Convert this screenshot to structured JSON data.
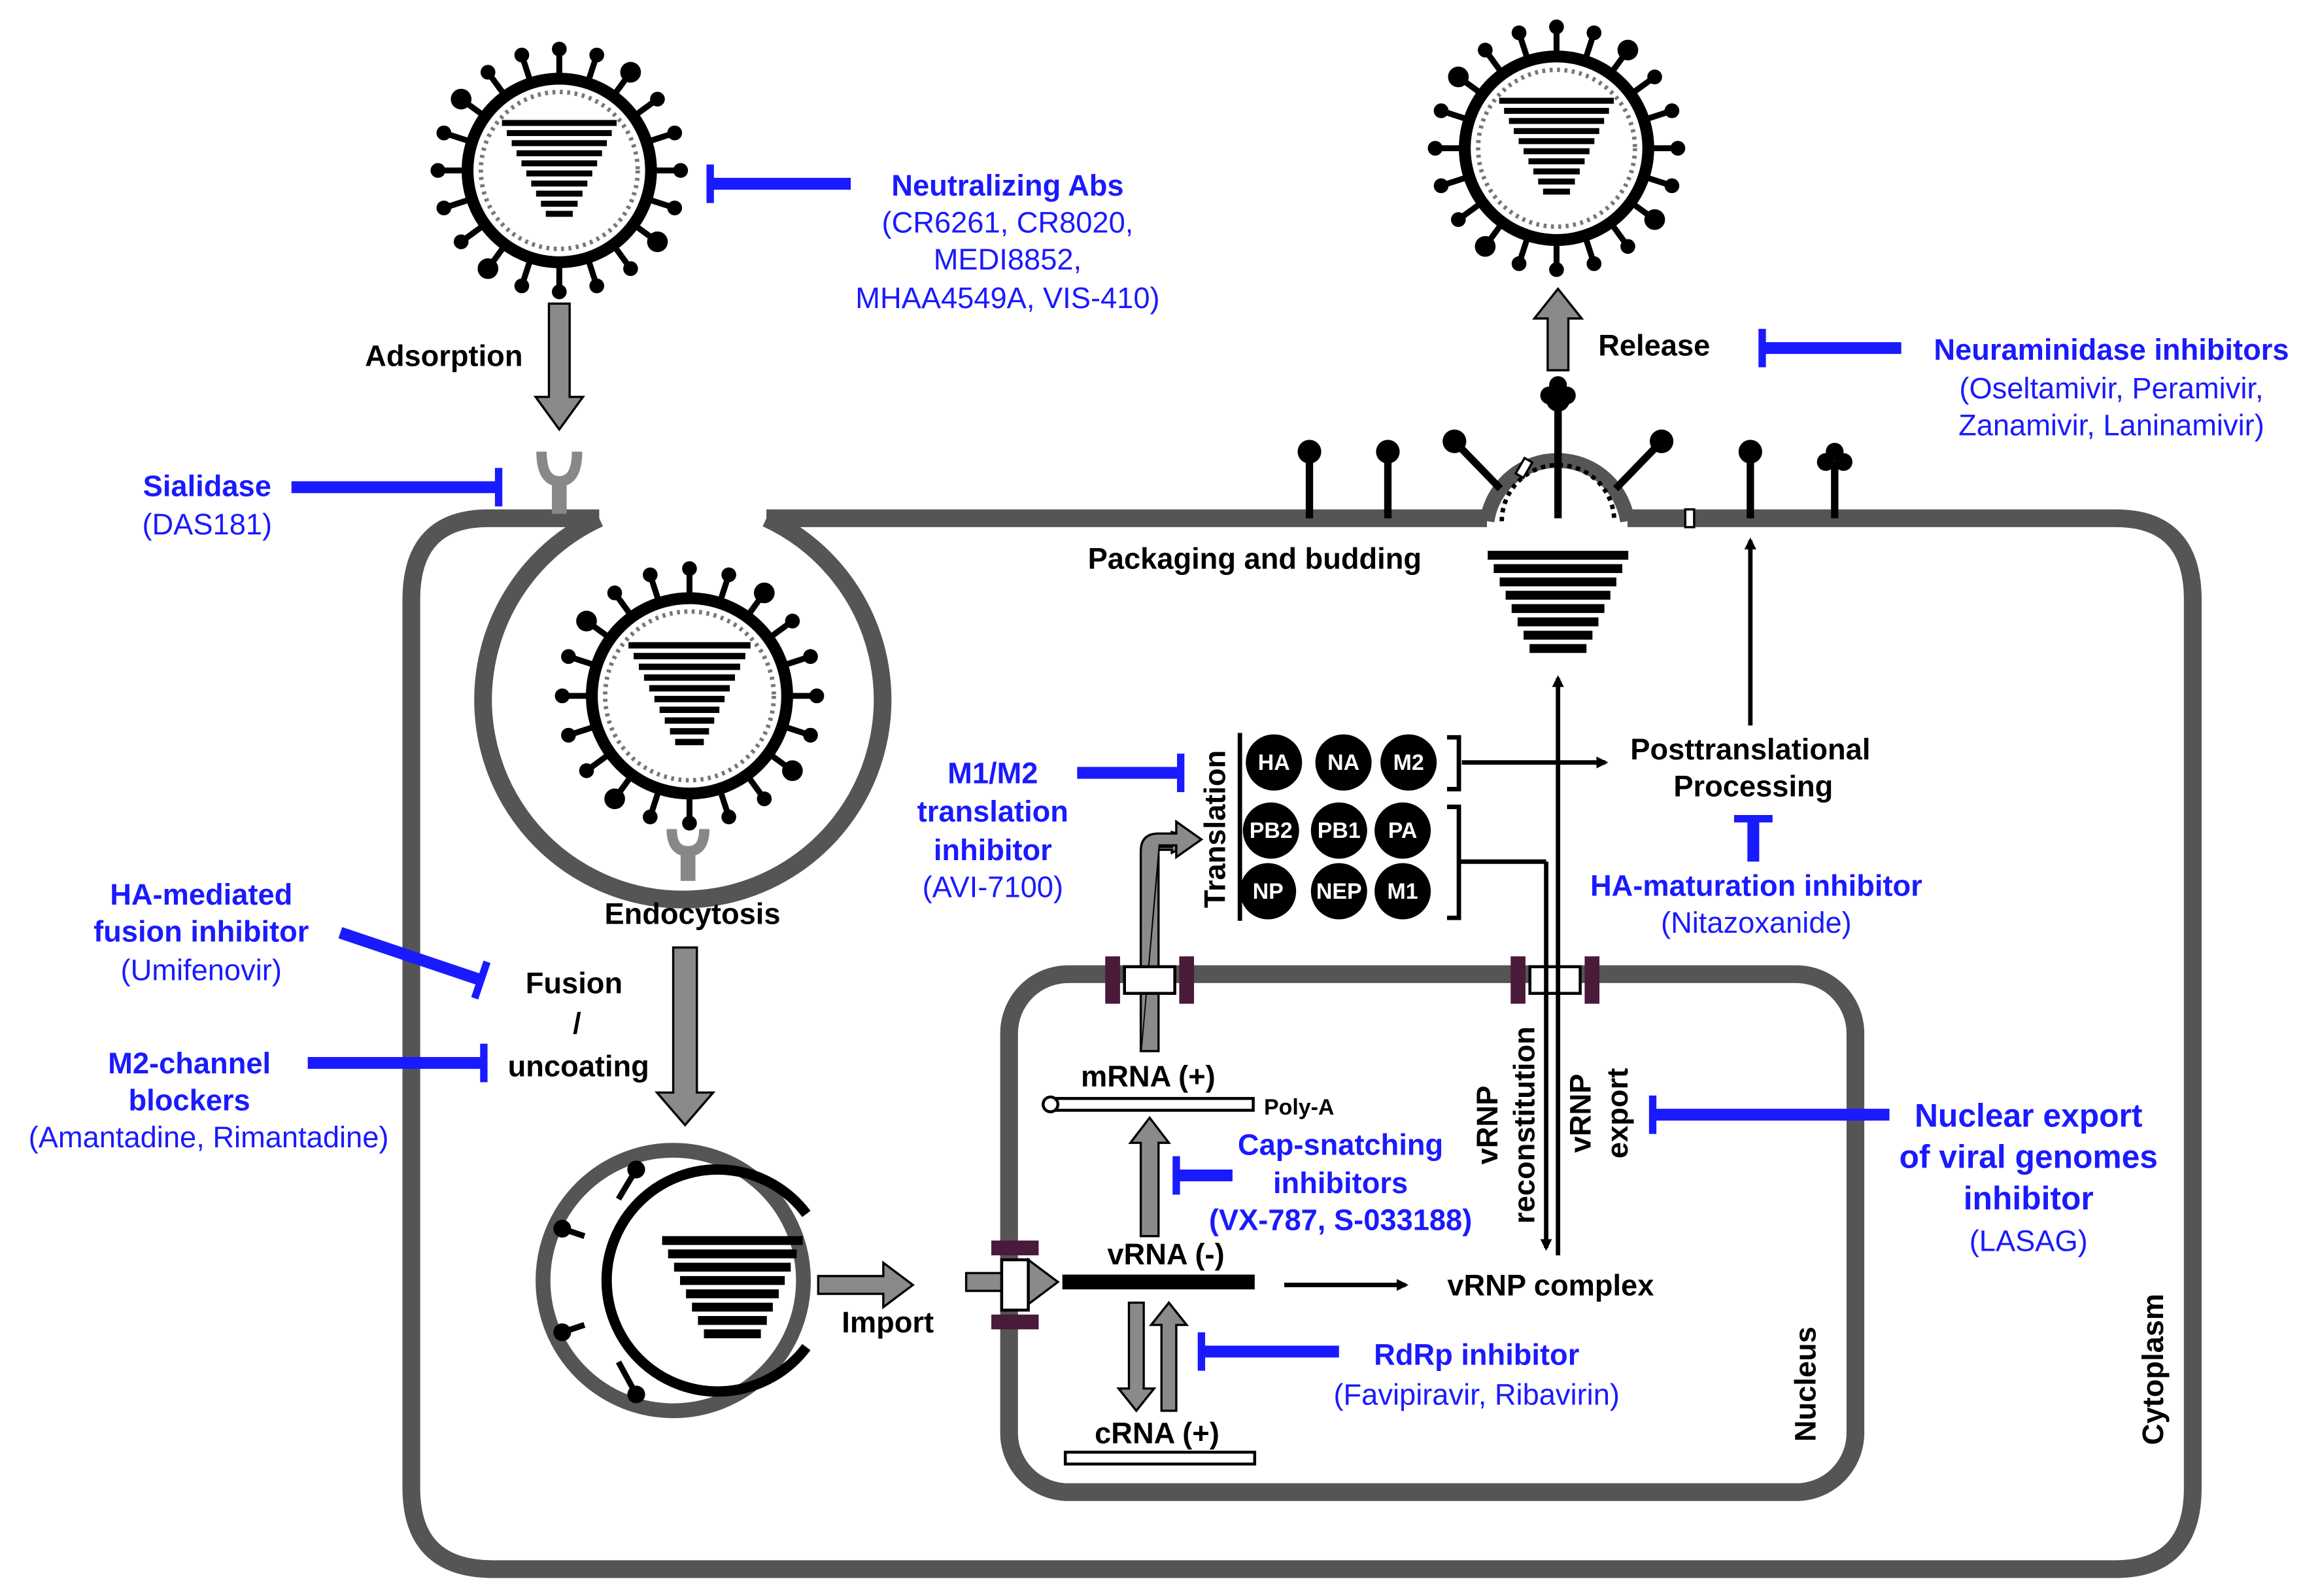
{
  "colors": {
    "inhibitor": "#1a1aff",
    "membrane": "#555555",
    "arrow_fill": "#8a8a8a",
    "nuclear_pore": "#4a1a3a"
  },
  "labels": {
    "adsorption": "Adsorption",
    "release": "Release",
    "packaging": "Packaging and budding",
    "endocytosis": "Endocytosis",
    "fusion": [
      "Fusion",
      "/",
      "uncoating"
    ],
    "import": "Import",
    "translation": "Translation",
    "posttranslational": [
      "Posttranslational",
      "Processing"
    ],
    "mrna": "mRNA (+)",
    "polya": "Poly-A",
    "vrna": "vRNA (-)",
    "crna": "cRNA (+)",
    "vrnp_complex": "vRNP complex",
    "vrnp_reconstitution": [
      "vRNP",
      "reconstitution"
    ],
    "vrnp_export": [
      "vRNP",
      "export"
    ],
    "nucleus": "Nucleus",
    "cytoplasm": "Cytoplasm"
  },
  "proteins": [
    "HA",
    "NA",
    "M2",
    "PB2",
    "PB1",
    "PA",
    "NP",
    "NEP",
    "M1"
  ],
  "inhibitors": {
    "neutralizing": {
      "title": "Neutralizing Abs",
      "drugs": [
        "(CR6261, CR8020,",
        "MEDI8852,",
        "MHAA4549A, VIS-410)"
      ]
    },
    "neuraminidase": {
      "title": "Neuraminidase inhibitors",
      "drugs": [
        "(Oseltamivir, Peramivir,",
        "Zanamivir, Laninamivir)"
      ]
    },
    "sialidase": {
      "title": "Sialidase",
      "drugs": [
        "(DAS181)"
      ]
    },
    "ha_fusion": {
      "title": [
        "HA-mediated",
        "fusion inhibitor"
      ],
      "drugs": [
        "(Umifenovir)"
      ]
    },
    "m2_channel": {
      "title": [
        "M2-channel",
        "blockers"
      ],
      "drugs": [
        "(Amantadine, Rimantadine)"
      ]
    },
    "m1m2_translation": {
      "title": [
        "M1/M2",
        "translation",
        "inhibitor"
      ],
      "drugs": [
        "(AVI-7100)"
      ]
    },
    "ha_maturation": {
      "title": "HA-maturation inhibitor",
      "drugs": [
        "(Nitazoxanide)"
      ]
    },
    "cap_snatching": {
      "title": [
        "Cap-snatching",
        "inhibitors"
      ],
      "drugs": [
        "(VX-787, S-033188)"
      ]
    },
    "rdrp": {
      "title": "RdRp inhibitor",
      "drugs": [
        "(Favipiravir, Ribavirin)"
      ]
    },
    "nuclear_export": {
      "title": [
        "Nuclear export",
        "of viral genomes",
        "inhibitor"
      ],
      "drugs": [
        "(LASAG)"
      ]
    }
  }
}
